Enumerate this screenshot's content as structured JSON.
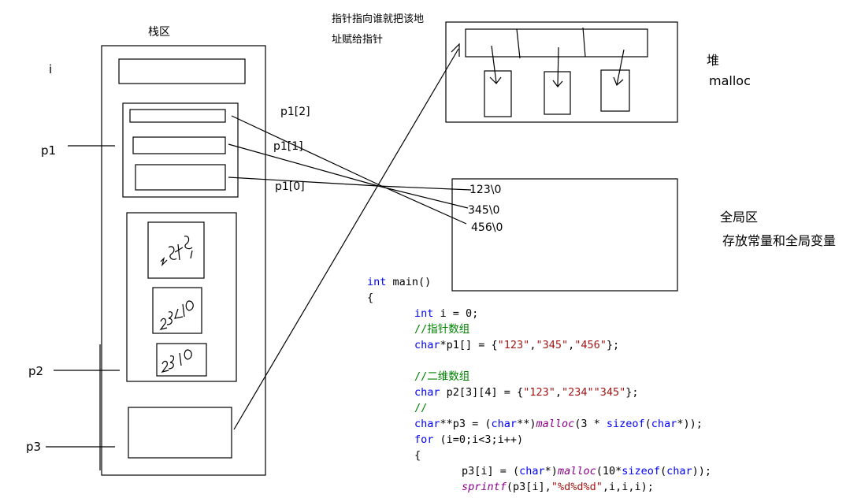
{
  "labels": {
    "stack_title": "栈区",
    "i": "i",
    "p1": "p1",
    "p2": "p2",
    "p3": "p3",
    "p1_2": "p1[2]",
    "p1_1": "p1[1]",
    "p1_0": "p1[0]",
    "note_line1": "指针指向谁就把该地",
    "note_line2": "址赋给指针",
    "heap_title": "堆",
    "heap_sub": "malloc",
    "global_title": "全局区",
    "global_sub": "存放常量和全局变量",
    "const_1": "123\\0",
    "const_2": "345\\0",
    "const_3": "456\\0"
  },
  "code": {
    "l1_kw": "int",
    "l1_rest": " main()",
    "l2": "{",
    "l3_kw": "int",
    "l3_rest": " i = 0;",
    "l4_cm": "//指针数组",
    "l5_kw": "char",
    "l5_a": "*p1[] = {",
    "l5_s1": "\"123\"",
    "l5_c1": ",",
    "l5_s2": "\"345\"",
    "l5_c2": ",",
    "l5_s3": "\"456\"",
    "l5_end": "};",
    "l6": "",
    "l7_cm": "//二维数组",
    "l8_kw": "char",
    "l8_a": " p2[3][4] = {",
    "l8_s1": "\"123\"",
    "l8_c1": ",",
    "l8_s2": "\"234\"",
    "l8_s3": "\"345\"",
    "l8_end": "};",
    "l9_cm": "//",
    "l10_kw": "char",
    "l10_a": "**p3 = (",
    "l10_kw2": "char",
    "l10_b": "**)",
    "l10_fn": "malloc",
    "l10_c": "(3 * ",
    "l10_kw3": "sizeof",
    "l10_d": "(",
    "l10_kw4": "char",
    "l10_e": "*));",
    "l11_kw": "for",
    "l11_rest": " (i=0;i<3;i++)",
    "l12": "{",
    "l13_a": "p3[i] = (",
    "l13_kw": "char",
    "l13_b": "*)",
    "l13_fn": "malloc",
    "l13_c": "(10*",
    "l13_kw2": "sizeof",
    "l13_d": "(",
    "l13_kw3": "char",
    "l13_e": "));",
    "l14_fn": "sprintf",
    "l14_a": "(p3[i],",
    "l14_s": "\"%d%d%d\"",
    "l14_b": ",i,i,i);"
  }
}
